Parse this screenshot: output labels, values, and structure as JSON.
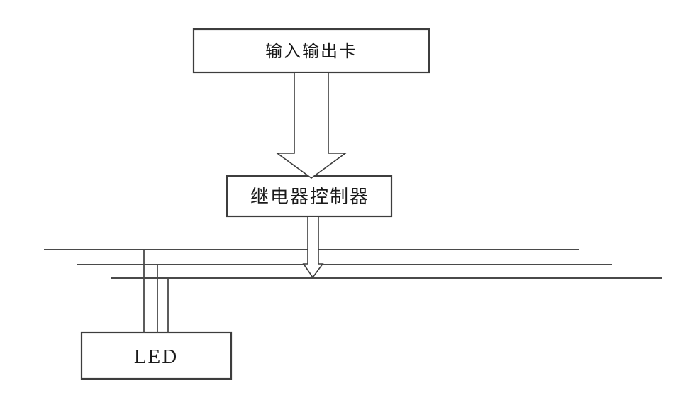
{
  "diagram": {
    "description": "Flow diagram: input/output card drives a relay controller, which drives bus lines connected to an LED",
    "nodes": {
      "io_card": {
        "label": "输入输出卡"
      },
      "relay_controller": {
        "label": "继电器控制器"
      },
      "led": {
        "label": "LED"
      }
    },
    "connectors": {
      "big_arrow": "io_card -> relay_controller",
      "small_arrow": "relay_controller -> bus lines",
      "bus_lines_count": 3,
      "drop_lines_count": 3
    },
    "colors": {
      "background": "#ffffff",
      "box_border": "#3d3d3d",
      "line": "#4a4a4a",
      "text": "#1a1a1a",
      "arrow_fill": "#ffffff"
    }
  }
}
